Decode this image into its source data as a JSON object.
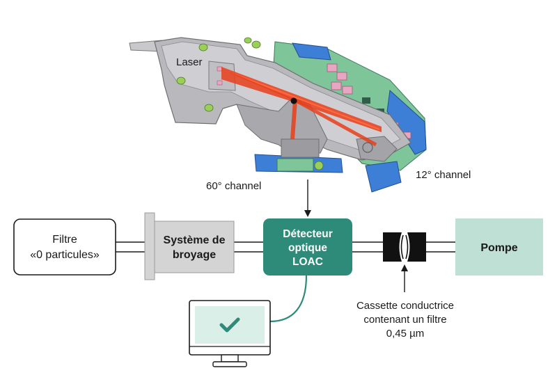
{
  "device": {
    "laser_label": "Laser",
    "channel_60_label": "60° channel",
    "channel_12_label": "12° channel"
  },
  "filtre": {
    "line1": "Filtre",
    "line2": "«0 particules»"
  },
  "broyage": {
    "line1": "Système de",
    "line2": "broyage"
  },
  "detecteur": {
    "line1": "Détecteur",
    "line2": "optique",
    "line3": "LOAC"
  },
  "pompe": {
    "label": "Pompe"
  },
  "cassette": {
    "line1": "Cassette conductrice",
    "line2": "contenant un filtre",
    "line3": "0,45 µm"
  },
  "monitor": {
    "icon": "checkmark-icon"
  },
  "colors": {
    "teal": "#2e8b7a",
    "pompe_fill": "#bfe0d4",
    "broyage_fill": "#d4d4d4",
    "screen_fill": "#d9efe8",
    "laser_beam": "#e8401c",
    "device_gray": "#b9b9bd",
    "pcb_green": "#7fc59a",
    "pcb_blue": "#3d7fd6"
  }
}
